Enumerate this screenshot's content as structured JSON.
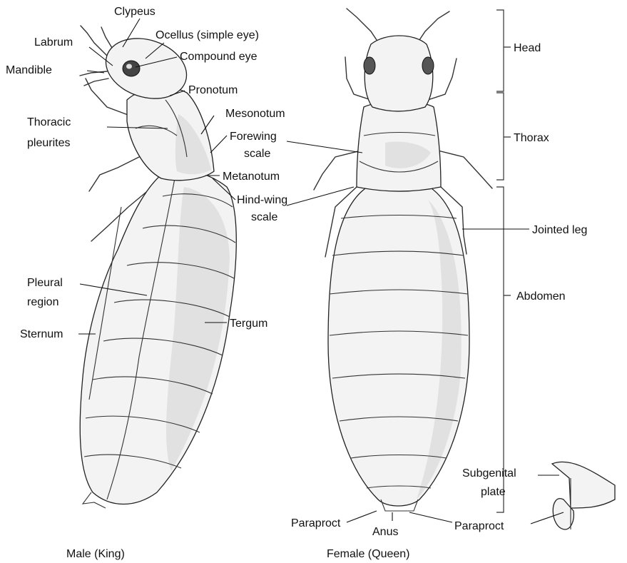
{
  "figure": {
    "captions": {
      "male": "Male (King)",
      "female": "Female (Queen)"
    },
    "male_labels": {
      "clypeus": "Clypeus",
      "labrum": "Labrum",
      "ocellus": "Ocellus (simple eye)",
      "compound_eye": "Compound eye",
      "mandible": "Mandible",
      "pronotum": "Pronotum",
      "thoracic_pleurites_1": "Thoracic",
      "thoracic_pleurites_2": "pleurites",
      "mesonotum": "Mesonotum",
      "forewing_scale_1": "Forewing",
      "forewing_scale_2": "scale",
      "metanotum": "Metanotum",
      "hindwing_scale_1": "Hind-wing",
      "hindwing_scale_2": "scale",
      "pleural_region_1": "Pleural",
      "pleural_region_2": "region",
      "sternum": "Sternum",
      "tergum": "Tergum"
    },
    "female_labels": {
      "head": "Head",
      "thorax": "Thorax",
      "jointed_leg": "Jointed leg",
      "abdomen": "Abdomen",
      "subgenital_plate_1": "Subgenital",
      "subgenital_plate_2": "plate",
      "paraproct_left": "Paraproct",
      "anus": "Anus",
      "paraproct_right": "Paraproct"
    }
  }
}
